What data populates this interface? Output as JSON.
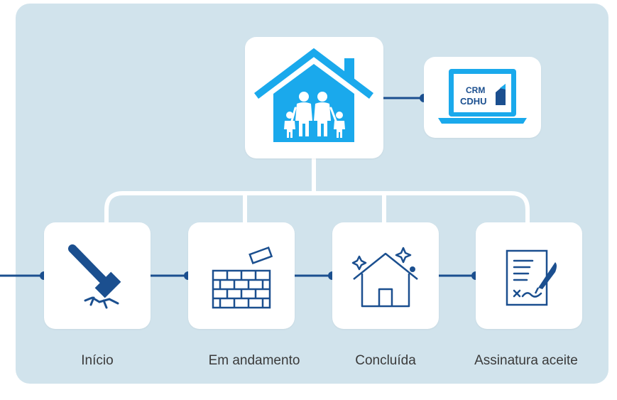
{
  "steps": [
    {
      "label": "Início",
      "icon": "hammer-icon"
    },
    {
      "label": "Em andamento",
      "icon": "brick-wall-icon"
    },
    {
      "label": "Concluída",
      "icon": "sparkling-house-icon"
    },
    {
      "label": "Assinatura aceite",
      "icon": "signed-document-icon"
    }
  ],
  "hub": {
    "icon": "family-house-icon"
  },
  "crm": {
    "icon": "laptop-icon",
    "line1": "CRM",
    "line2": "CDHU"
  },
  "colors": {
    "panel": "#d1e3ec",
    "accent": "#1aa9ec",
    "navy": "#1b4f8f",
    "connector": "#ffffff"
  }
}
